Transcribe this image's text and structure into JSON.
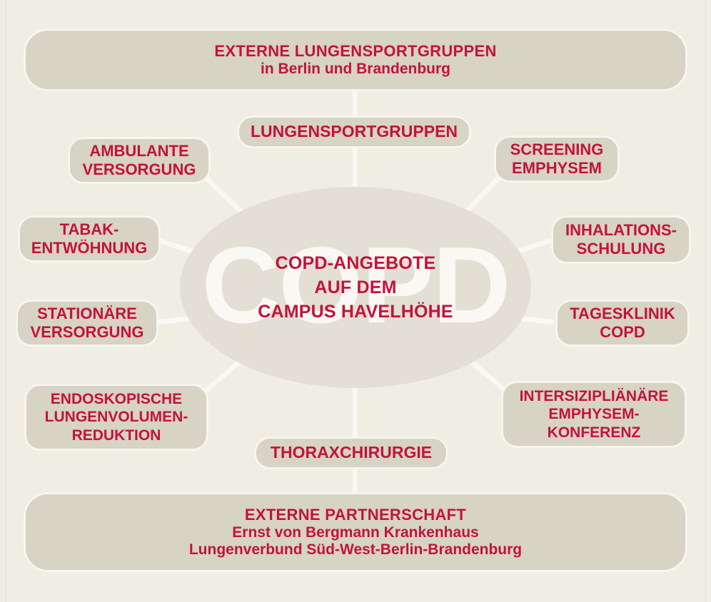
{
  "banners": {
    "top": {
      "title": "EXTERNE LUNGENSPORTGRUPPEN",
      "subtitle": "in Berlin und Brandenburg"
    },
    "bottom": {
      "title": "EXTERNE PARTNERSCHAFT",
      "subtitle_1": "Ernst von Bergmann Krankenhaus",
      "subtitle_2": "Lungenverbund Süd-West-Berlin-Brandenburg"
    }
  },
  "hub": {
    "watermark": "COPD",
    "line_1": "COPD-ANGEBOTE",
    "line_2": "AUF DEM",
    "line_3": "CAMPUS HAVELHÖHE"
  },
  "nodes": {
    "lungensport": {
      "line_1": "LUNGENSPORTGRUPPEN"
    },
    "ambulante": {
      "line_1": "AMBULANTE",
      "line_2": "VERSORGUNG"
    },
    "screening": {
      "line_1": "SCREENING",
      "line_2": "EMPHYSEM"
    },
    "tabak": {
      "line_1": "TABAK-",
      "line_2": "ENTWÖHNUNG"
    },
    "inhalations": {
      "line_1": "INHALATIONS-",
      "line_2": "SCHULUNG"
    },
    "stationaer": {
      "line_1": "STATIONÄRE",
      "line_2": "VERSORGUNG"
    },
    "tagesklinik": {
      "line_1": "TAGESKLINIK",
      "line_2": "COPD"
    },
    "endoskopisch": {
      "line_1": "ENDOSKOPISCHE",
      "line_2": "LUNGENVOLUMEN-",
      "line_3": "REDUKTION"
    },
    "konferenz": {
      "line_1": "INTERSIZIPLIÄNÄRE",
      "line_2": "EMPHYSEM-",
      "line_3": "KONFERENZ"
    },
    "thorax": {
      "line_1": "THORAXCHIRURGIE"
    }
  },
  "colors": {
    "background": "#f0ede3",
    "node_fill": "#d7d3c5",
    "hub_fill": "#e3dfd5",
    "accent_red": "#c4123c",
    "connector": "#faf8f3",
    "watermark": "#faf8f3"
  }
}
